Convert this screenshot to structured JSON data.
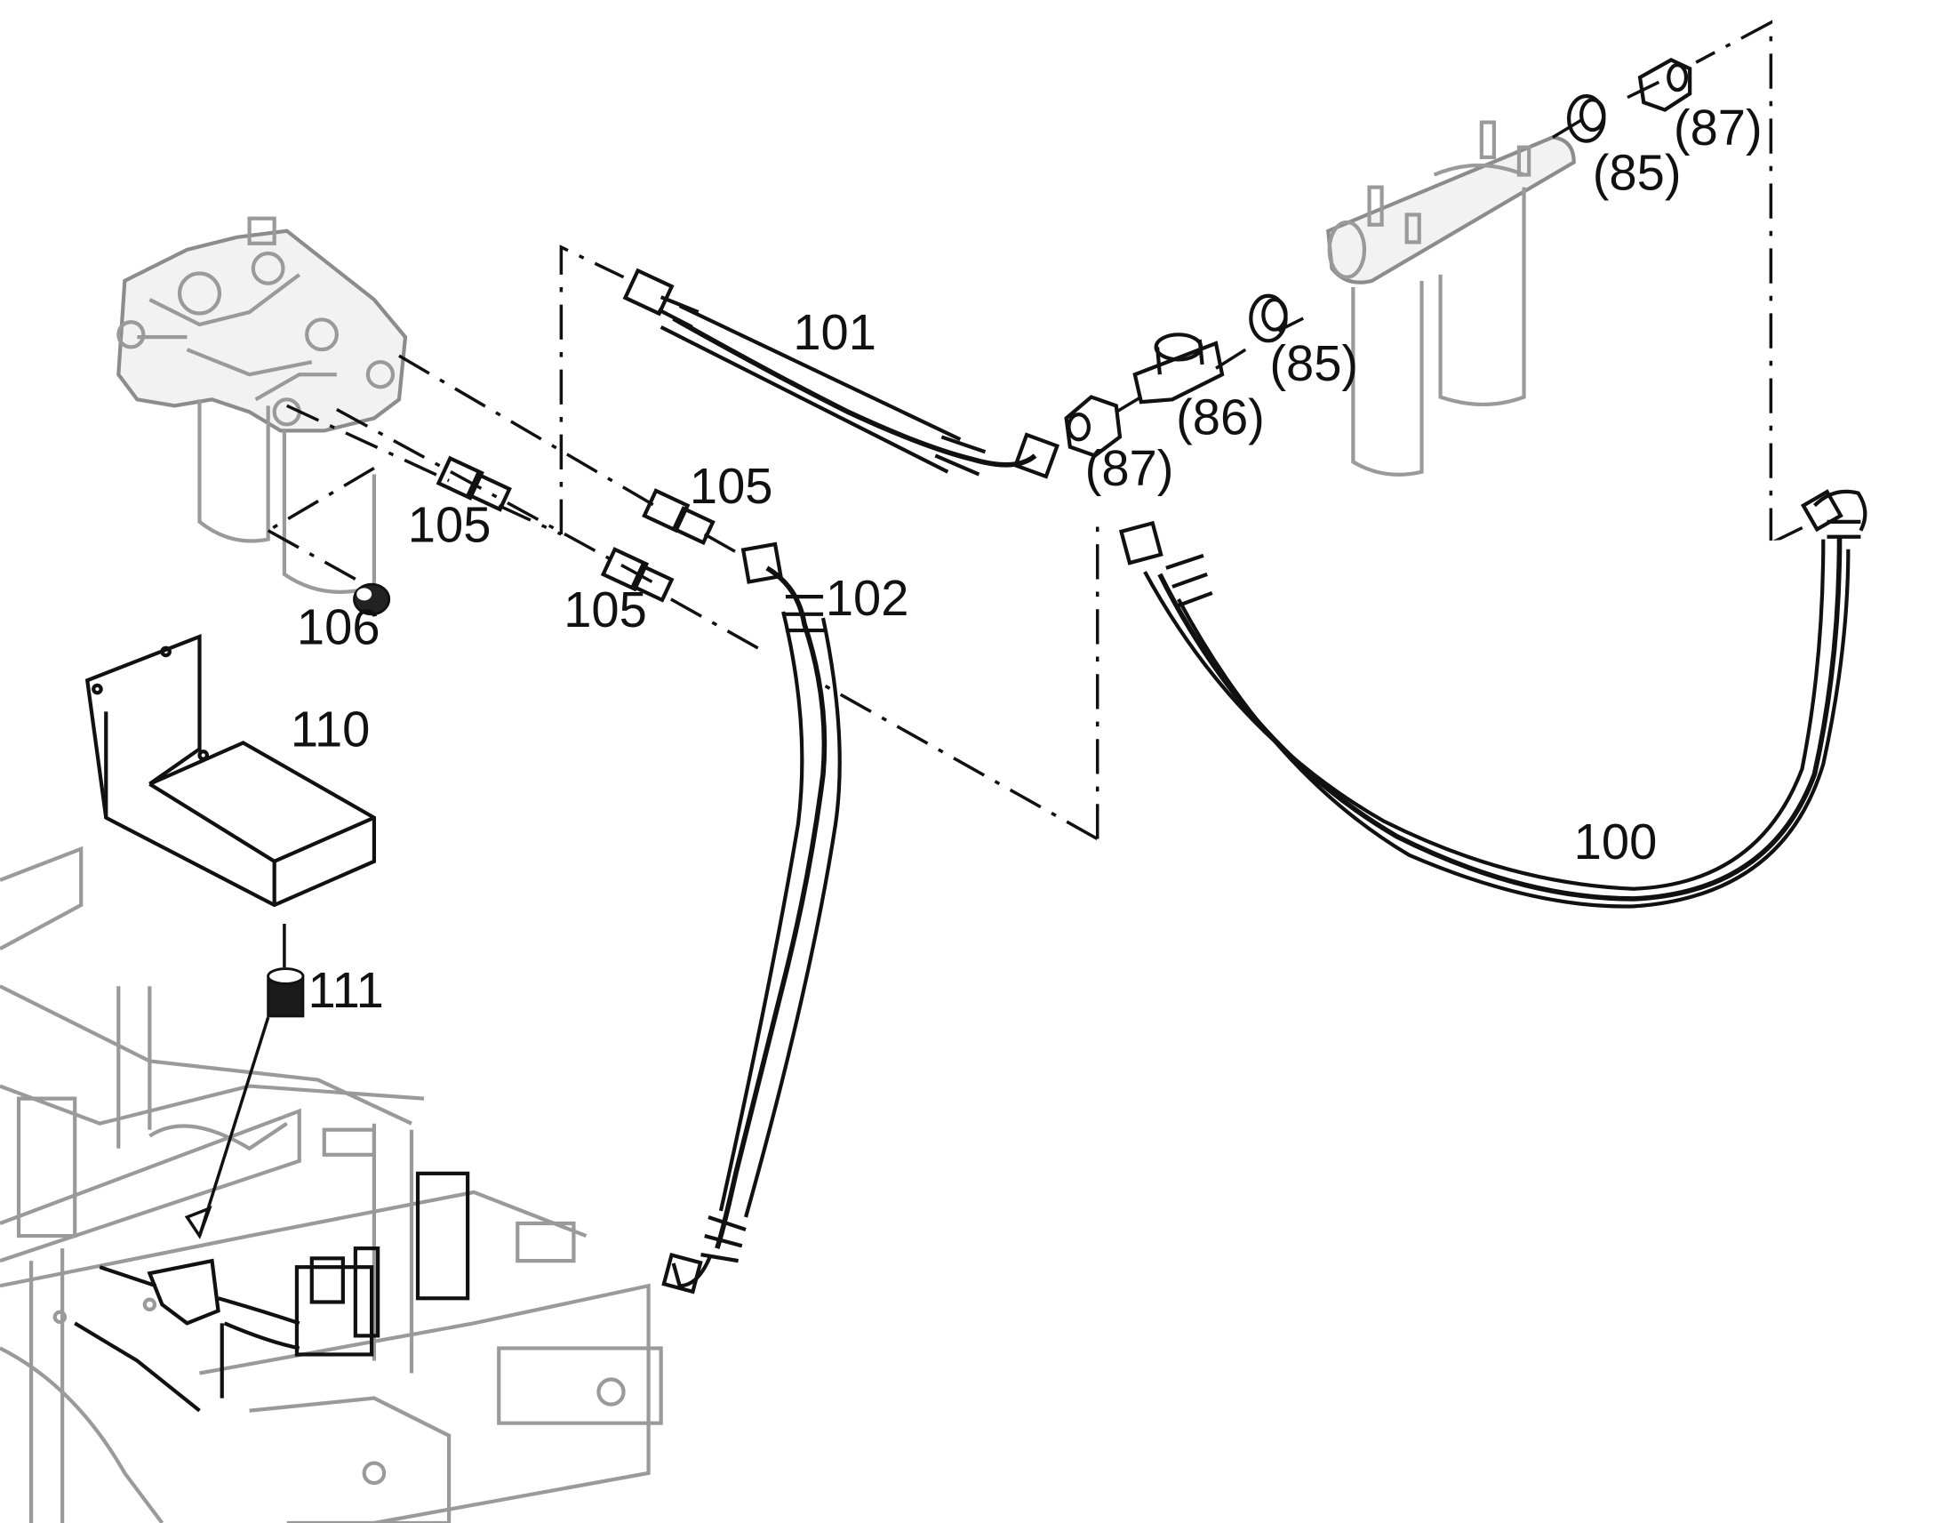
{
  "callouts": [
    {
      "id": "c100",
      "label": "100"
    },
    {
      "id": "c101",
      "label": "101"
    },
    {
      "id": "c102",
      "label": "102"
    },
    {
      "id": "c105a",
      "label": "105"
    },
    {
      "id": "c105b",
      "label": "105"
    },
    {
      "id": "c105c",
      "label": "105"
    },
    {
      "id": "c106",
      "label": "106"
    },
    {
      "id": "c110",
      "label": "110"
    },
    {
      "id": "c111",
      "label": "111"
    },
    {
      "id": "c85a",
      "label": "(85)"
    },
    {
      "id": "c85b",
      "label": "(85)"
    },
    {
      "id": "c86",
      "label": "(86)"
    },
    {
      "id": "c87a",
      "label": "(87)"
    },
    {
      "id": "c87b",
      "label": "(87)"
    }
  ]
}
